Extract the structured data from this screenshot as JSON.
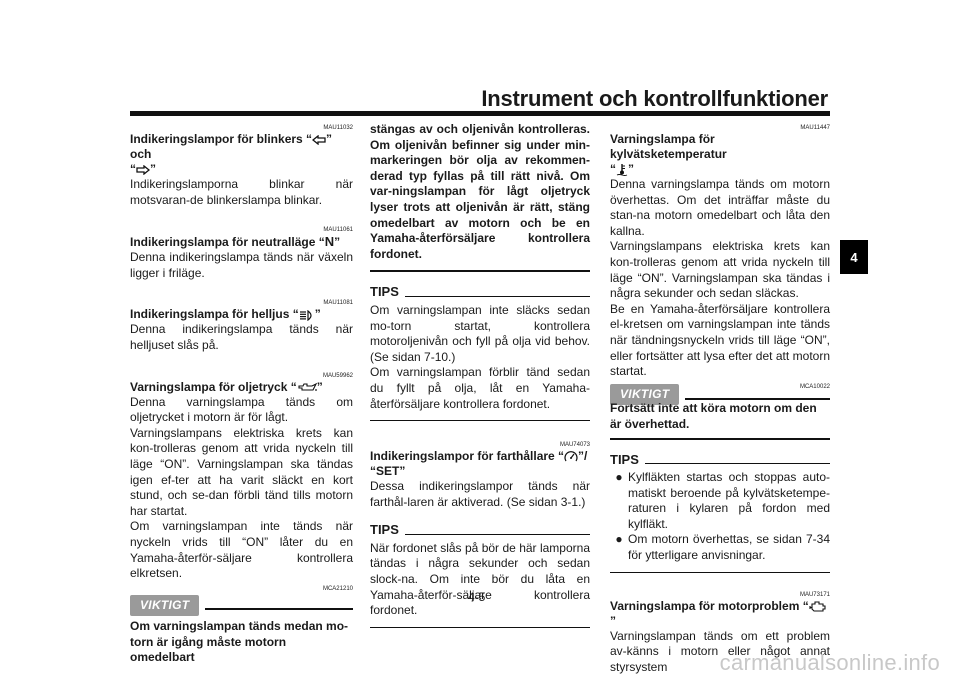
{
  "header": {
    "title": "Instrument och kontrollfunktioner",
    "chapter": "4"
  },
  "page_number": "4-5",
  "watermark": "carmanualsonline.info",
  "col1": {
    "s1": {
      "code": "MAU11032",
      "heading_a": "Indikeringslampor för blinkers “",
      "heading_b": "” och",
      "heading_c": "“",
      "heading_d": "”",
      "body": "Indikeringslamporna blinkar när motsvaran-de blinkerslampa blinkar."
    },
    "s2": {
      "code": "MAU11061",
      "heading_a": "Indikeringslampa för neutralläge “",
      "symbol": "N",
      "heading_b": "”",
      "body": "Denna indikeringslampa tänds när växeln ligger i friläge."
    },
    "s3": {
      "code": "MAU11081",
      "heading_a": "Indikeringslampa för helljus “",
      "heading_b": "”",
      "body": "Denna indikeringslampa tänds när helljuset slås på."
    },
    "s4": {
      "code": "MAU59962",
      "heading_a": "Varningslampa för oljetryck “",
      "heading_b": "”",
      "body1": "Denna varningslampa tänds om oljetrycket i motorn är för lågt.",
      "body2": "Varningslampans elektriska krets kan kon-trolleras genom att vrida nyckeln till läge “ON”. Varningslampan ska tändas igen ef-ter att ha varit släckt en kort stund, och se-dan förbli tänd tills motorn har startat.",
      "body3": "Om varningslampan inte tänds när nyckeln vrids till “ON” låter du en Yamaha-återför-säljare kontrollera elkretsen."
    },
    "warn": {
      "code": "MCA21210",
      "badge": "VIKTIGT",
      "text": "Om varningslampan tänds medan mo-torn är igång måste motorn omedelbart"
    }
  },
  "col2": {
    "warn_cont": "stängas av och oljenivån kontrolleras. Om oljenivån befinner sig under min-markeringen bör olja av rekommen-derad typ fyllas på till rätt nivå. Om var-ningslampan för lågt oljetryck lyser trots att oljenivån är rätt, stäng omedelbart av motorn och be en Yamaha-återförsäljare kontrollera fordonet.",
    "tips1": {
      "label": "TIPS",
      "p1": "Om varningslampan inte släcks sedan mo-torn startat, kontrollera motoroljenivån och fyll på olja vid behov. (Se sidan 7-10.)",
      "p2": "Om varningslampan förblir tänd sedan du fyllt på olja, låt en Yamaha-återförsäljare kontrollera fordonet."
    },
    "s5": {
      "code": "MAU74073",
      "heading_a": "Indikeringslampor för farthållare “",
      "heading_b": "”/",
      "heading_c": "“SET”",
      "body": "Dessa indikeringslampor tänds när farthål-laren är aktiverad. (Se sidan 3-1.)"
    },
    "tips2": {
      "label": "TIPS",
      "p1": "När fordonet slås på bör de här lamporna tändas i några sekunder och sedan slock-na. Om inte bör du låta en Yamaha-återför-säljare kontrollera fordonet."
    }
  },
  "col3": {
    "s6": {
      "code": "MAU11447",
      "heading_a": "Varningslampa för kylvätsketemperatur",
      "heading_b": "“",
      "heading_c": "”",
      "body1": "Denna varningslampa tänds om motorn överhettas. Om det inträffar måste du stan-na motorn omedelbart och låta den kallna.",
      "body2": "Varningslampans elektriska krets kan kon-trolleras genom att vrida nyckeln till läge “ON”. Varningslampan ska tändas i några sekunder och sedan släckas.",
      "body3": "Be en Yamaha-återförsäljare kontrollera el-kretsen om varningslampan inte tänds när tändningsnyckeln vrids till läge “ON”, eller fortsätter att lysa efter det att motorn startat."
    },
    "warn": {
      "badge": "VIKTIGT",
      "code": "MCA10022",
      "text": "Fortsätt inte att köra motorn om den är överhettad."
    },
    "tips": {
      "label": "TIPS",
      "b1": "Kylfläkten startas och stoppas auto-matiskt beroende på kylvätsketempe-raturen i kylaren på fordon med kylfläkt.",
      "b2": "Om motorn överhettas, se sidan 7-34 för ytterligare anvisningar."
    },
    "s7": {
      "code": "MAU73171",
      "heading_a": "Varningslampa för motorproblem “",
      "heading_b": "”",
      "body": "Varningslampan tänds om ett problem av-känns i motorn eller något annat styrsystem"
    }
  }
}
